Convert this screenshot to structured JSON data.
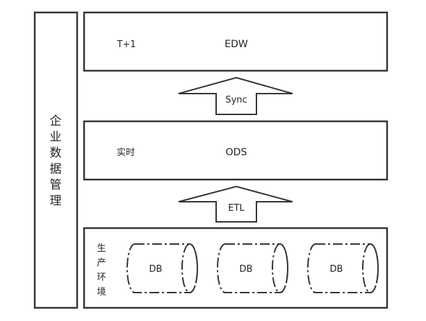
{
  "sidebar": {
    "label": [
      "企",
      "业",
      "数",
      "据",
      "管",
      "理"
    ]
  },
  "edw": {
    "prefix": "T+1",
    "title": "EDW"
  },
  "sync": {
    "label": "Sync"
  },
  "ods": {
    "prefix": "实时",
    "title": "ODS"
  },
  "etl": {
    "label": "ETL"
  },
  "production": {
    "label": [
      "生",
      "产",
      "环",
      "境"
    ],
    "databases": [
      "DB",
      "DB",
      "DB"
    ]
  },
  "colors": {
    "stroke": "#333333",
    "text": "#222222"
  }
}
